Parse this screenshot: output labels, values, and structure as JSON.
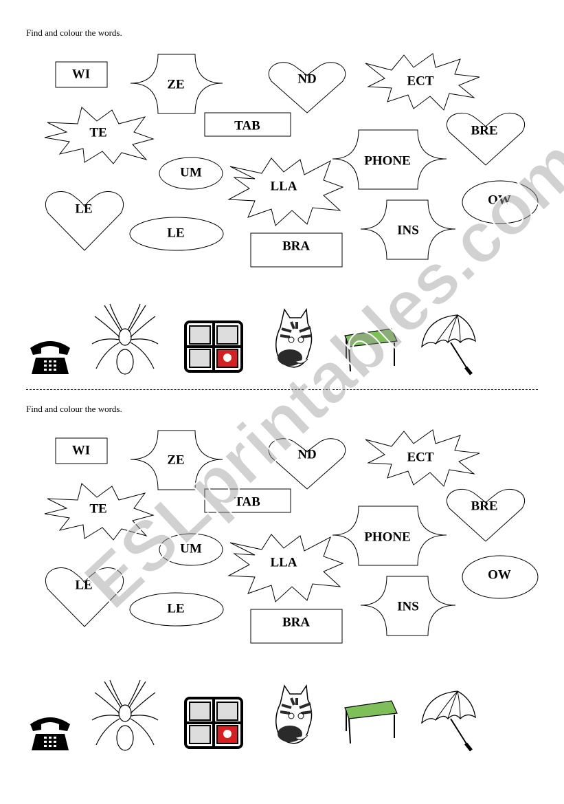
{
  "worksheets": [
    {
      "instruction": "Find and colour the words.",
      "words": [
        "WI",
        "ZE",
        "ND",
        "ECT",
        "TE",
        "TAB",
        "BRE",
        "UM",
        "PHONE",
        "LLA",
        "OW",
        "LE",
        "LE",
        "INS",
        "BRA"
      ],
      "pictures": [
        "telephone-icon",
        "spider-icon",
        "window-icon",
        "zebra-icon",
        "table-icon",
        "umbrella-icon"
      ]
    },
    {
      "instruction": "Find and colour the words.",
      "words": [
        "WI",
        "ZE",
        "ND",
        "ECT",
        "TE",
        "TAB",
        "BRE",
        "UM",
        "PHONE",
        "LLA",
        "OW",
        "LE",
        "LE",
        "INS",
        "BRA"
      ],
      "pictures": [
        "telephone-icon",
        "spider-icon",
        "window-icon",
        "zebra-icon",
        "table-icon",
        "umbrella-icon"
      ]
    }
  ],
  "watermark": "ESLprintables.com",
  "colors": {
    "ink": "#000000",
    "watermark": "#c8c8c8",
    "table_top": "#7fbf5a",
    "zebra_dark": "#2a2a2a",
    "window_red": "#d42020"
  }
}
